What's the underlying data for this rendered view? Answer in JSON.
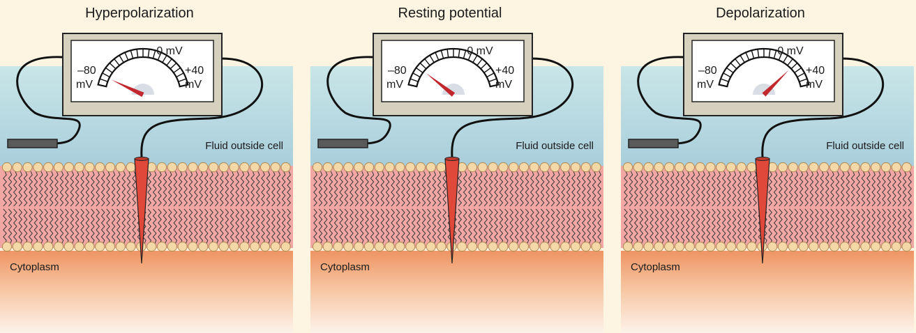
{
  "panels": [
    {
      "title": "Hyperpolarization",
      "needle_value_mv": -70,
      "meter": {
        "zero_label": "0 mV",
        "min_value": "–80",
        "max_value": "+40",
        "unit": "mV"
      },
      "outside_label": "Fluid outside cell",
      "inside_label": "Cytoplasm"
    },
    {
      "title": "Resting potential",
      "needle_value_mv": -60,
      "meter": {
        "zero_label": "0 mV",
        "min_value": "–80",
        "max_value": "+40",
        "unit": "mV"
      },
      "outside_label": "Fluid outside cell",
      "inside_label": "Cytoplasm"
    },
    {
      "title": "Depolarization",
      "needle_value_mv": 15,
      "meter": {
        "zero_label": "0 mV",
        "min_value": "–80",
        "max_value": "+40",
        "unit": "mV"
      },
      "outside_label": "Fluid outside cell",
      "inside_label": "Cytoplasm"
    }
  ],
  "colors": {
    "background": "#fdf5e2",
    "fluid_top": "#c9e6e8",
    "fluid_bottom": "#a9cedb",
    "membrane": "#f2a7a4",
    "phospholipid_head": "#f5d8a8",
    "cytoplasm_top": "#ee9463",
    "electrode": "#e0483a",
    "needle": "#c1272d",
    "meter_case": "#d6d0bf",
    "reference_electrode": "#5a5a5a"
  }
}
